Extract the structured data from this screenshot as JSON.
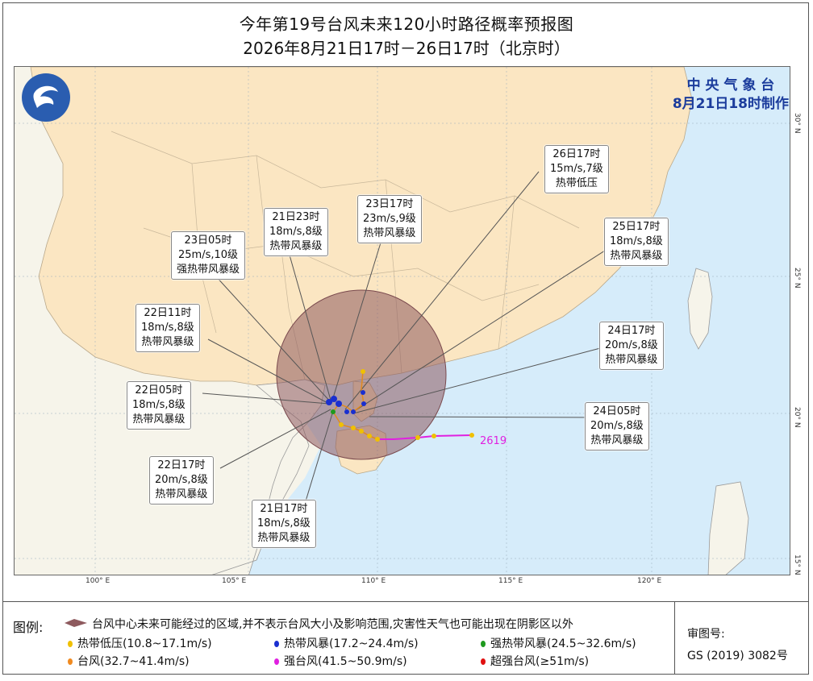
{
  "title": "今年第19号台风未来120小时路径概率预报图",
  "subtitle": "2026年8月21日17时－26日17时（北京时）",
  "agency": {
    "name": "中 央 气 象 台",
    "made": "8月21日18时制作"
  },
  "storm_id": "2619",
  "labels": [
    {
      "time": "23日05时",
      "wind": "25m/s,10级",
      "cat": "强热带风暴级"
    },
    {
      "time": "21日23时",
      "wind": "18m/s,8级",
      "cat": "热带风暴级"
    },
    {
      "time": "23日17时",
      "wind": "23m/s,9级",
      "cat": "热带风暴级"
    },
    {
      "time": "26日17时",
      "wind": "15m/s,7级",
      "cat": "热带低压"
    },
    {
      "time": "25日17时",
      "wind": "18m/s,8级",
      "cat": "热带风暴级"
    },
    {
      "time": "22日11时",
      "wind": "18m/s,8级",
      "cat": "热带风暴级"
    },
    {
      "time": "24日17时",
      "wind": "20m/s,8级",
      "cat": "热带风暴级"
    },
    {
      "time": "22日05时",
      "wind": "18m/s,8级",
      "cat": "热带风暴级"
    },
    {
      "time": "24日05时",
      "wind": "20m/s,8级",
      "cat": "热带风暴级"
    },
    {
      "time": "22日17时",
      "wind": "20m/s,8级",
      "cat": "热带风暴级"
    },
    {
      "time": "21日17时",
      "wind": "18m/s,8级",
      "cat": "热带风暴级"
    }
  ],
  "axis_lon": [
    "100° E",
    "105° E",
    "110° E",
    "115° E",
    "120° E"
  ],
  "axis_lat": [
    "30° N",
    "25° N",
    "20° N",
    "15° N"
  ],
  "legend": {
    "title": "图例:",
    "cone_desc": "台风中心未来可能经过的区域,并不表示台风大小及影响范围,灾害性天气也可能出现在阴影区以外",
    "items": [
      {
        "label": "热带低压(10.8~17.1m/s)",
        "color": "#f0c000"
      },
      {
        "label": "热带风暴(17.2~24.4m/s)",
        "color": "#1a2fd0"
      },
      {
        "label": "强热带风暴(24.5~32.6m/s)",
        "color": "#1e9a1e"
      },
      {
        "label": "台风(32.7~41.4m/s)",
        "color": "#f08a20"
      },
      {
        "label": "强台风(41.5~50.9m/s)",
        "color": "#e020e0"
      },
      {
        "label": "超强台风(≥51m/s)",
        "color": "#e01010"
      }
    ],
    "review_label": "审图号:",
    "review_value": "GS (2019) 3082号"
  },
  "colors": {
    "land": "#fbe6c2",
    "sea": "#d6ecfa",
    "cone": "#8e5a5e",
    "leader": "#555555"
  }
}
